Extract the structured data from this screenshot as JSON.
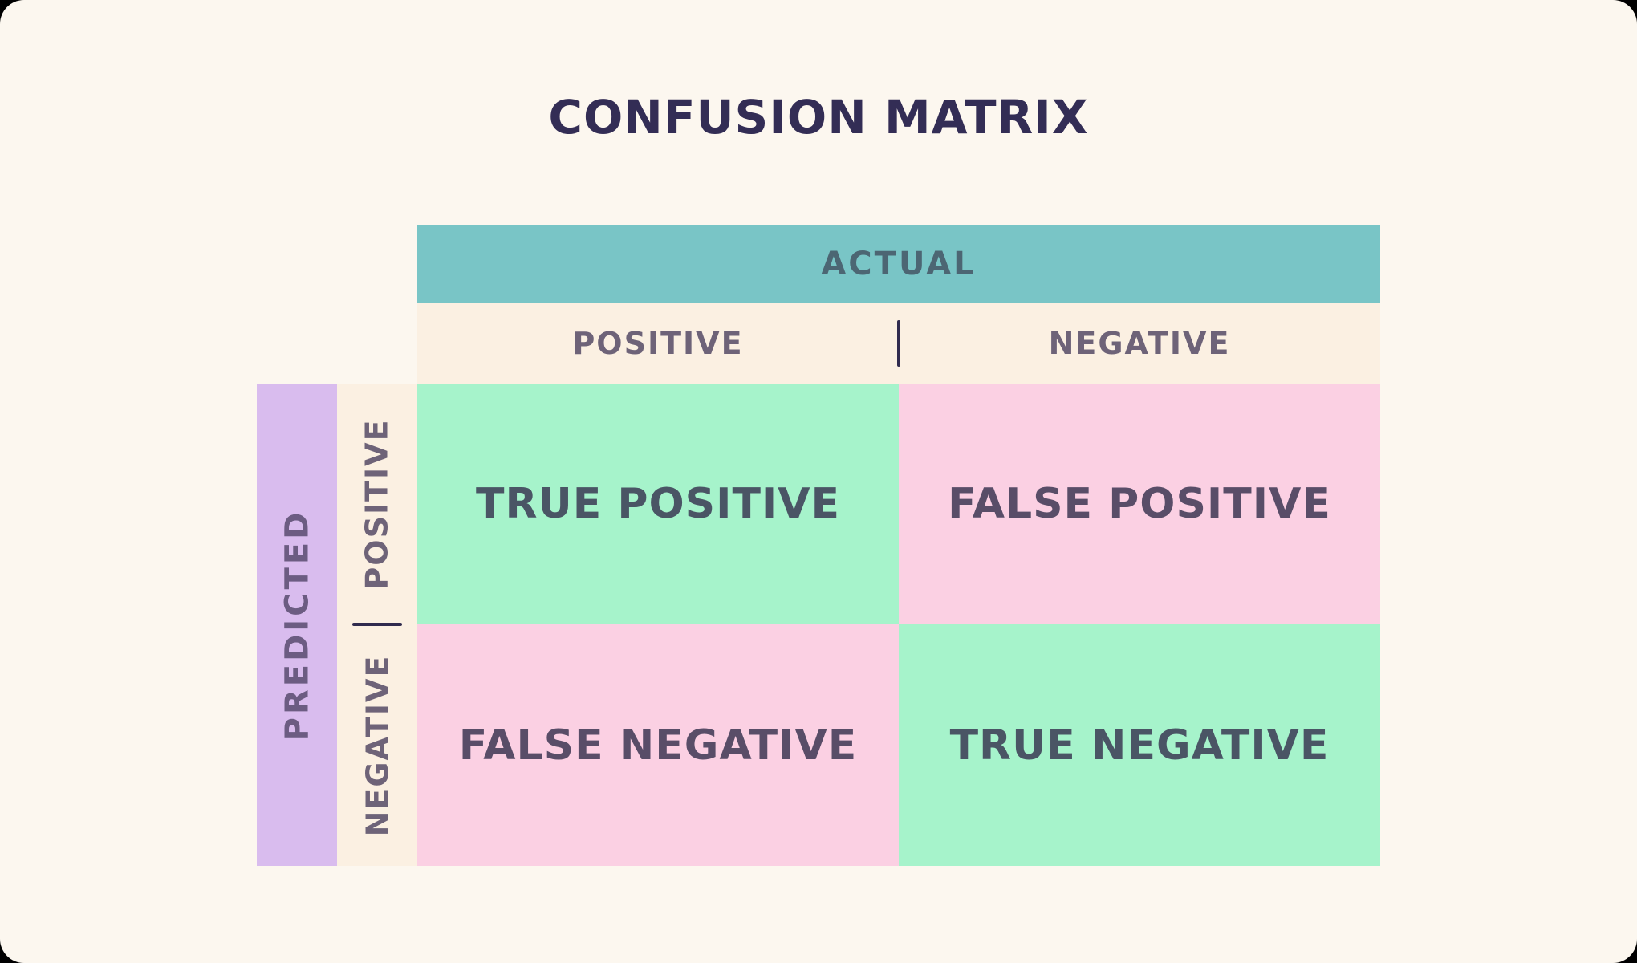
{
  "title": "CONFUSION MATRIX",
  "palette": {
    "outer": "#000000",
    "page-bg": "#FCF7EF",
    "band-cream": "#FBF0E2",
    "teal": "#79C5C6",
    "green": "#A6F3CB",
    "pink": "#FBD0E3",
    "purple": "#D9BCEE",
    "title-text": "#332D55",
    "actual-text": "#4C6673",
    "header-text": "#6E6378",
    "predicted-text": "#6C5C82",
    "green-cell-text": "#4A5565",
    "pink-cell-text": "#594D68",
    "divider": "#302B4E"
  },
  "matrix": {
    "actual_axis": {
      "label": "ACTUAL",
      "columns": [
        {
          "label": "POSITIVE"
        },
        {
          "label": "NEGATIVE"
        }
      ]
    },
    "predicted_axis": {
      "label": "PREDICTED",
      "rows": [
        {
          "label": "POSITIVE"
        },
        {
          "label": "NEGATIVE"
        }
      ]
    },
    "cells": [
      {
        "label": "TRUE POSITIVE",
        "tone": "green",
        "row": "POSITIVE",
        "column": "POSITIVE"
      },
      {
        "label": "FALSE POSITIVE",
        "tone": "pink",
        "row": "POSITIVE",
        "column": "NEGATIVE"
      },
      {
        "label": "FALSE NEGATIVE",
        "tone": "pink",
        "row": "NEGATIVE",
        "column": "POSITIVE"
      },
      {
        "label": "TRUE NEGATIVE",
        "tone": "green",
        "row": "NEGATIVE",
        "column": "NEGATIVE"
      }
    ]
  }
}
